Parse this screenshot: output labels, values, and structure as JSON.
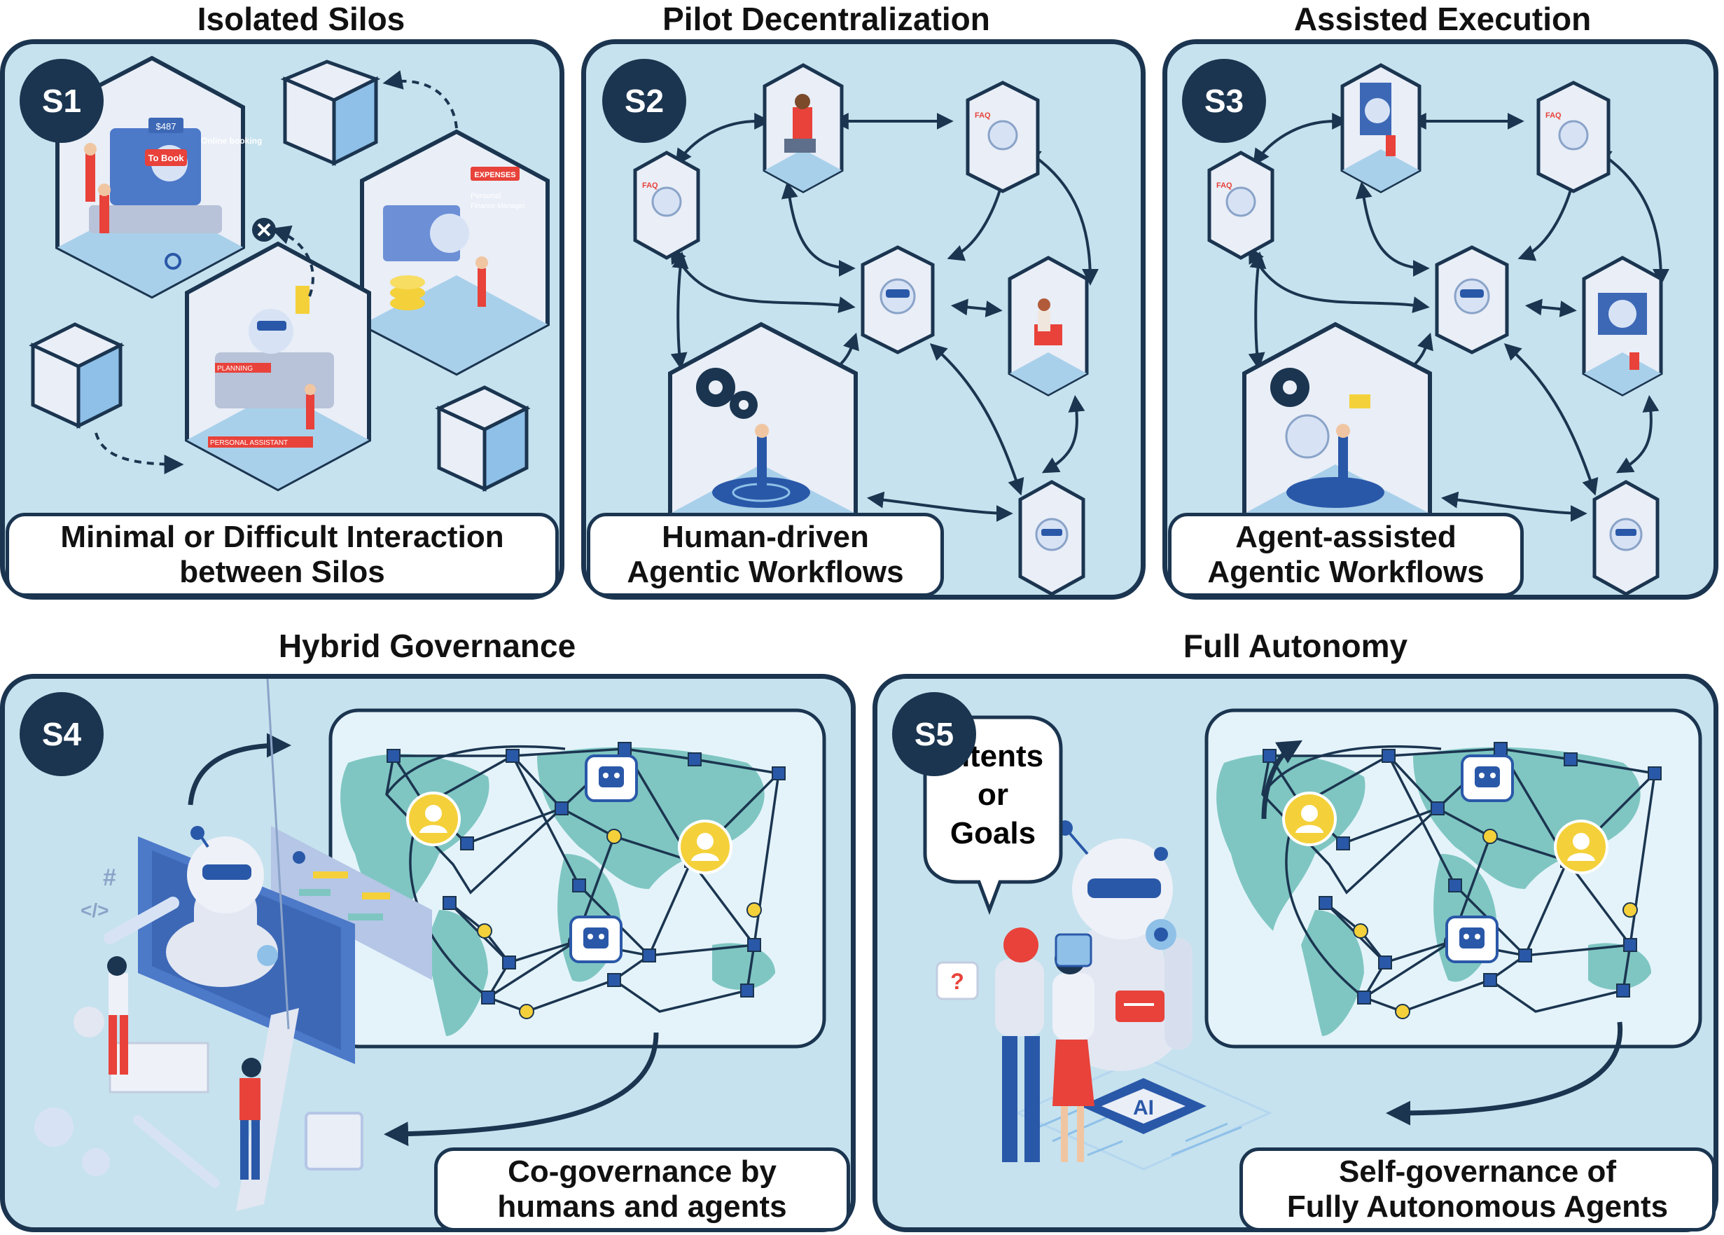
{
  "stages": [
    {
      "badge": "S1",
      "title": "Isolated Silos",
      "caption": [
        "Minimal or Difficult Interaction",
        "between Silos"
      ]
    },
    {
      "badge": "S2",
      "title": "Pilot Decentralization",
      "caption": [
        "Human-driven",
        "Agentic Workflows"
      ]
    },
    {
      "badge": "S3",
      "title": "Assisted Execution",
      "caption": [
        "Agent-assisted",
        "Agentic Workflows"
      ]
    },
    {
      "badge": "S4",
      "title": "Hybrid Governance",
      "caption": [
        "Co-governance by",
        "humans and agents"
      ]
    },
    {
      "badge": "S5",
      "title": "Full Autonomy",
      "caption": [
        "Self-governance of",
        "Fully Autonomous Agents"
      ]
    }
  ],
  "s1_labels": {
    "price": "$487",
    "booking": "Online booking",
    "to_book": "To Book",
    "expenses": "EXPENSES",
    "personal": "Personal",
    "finance": "Finance Manager",
    "planning": "PLANNING",
    "assistant": "PERSONAL ASSISTANT",
    "faq": "FAQ"
  },
  "s5_bubble": [
    "Intents",
    "or",
    "Goals"
  ],
  "icons": {
    "ai_chip": "AI",
    "code": "</>",
    "hash": "#",
    "question": "?"
  },
  "colors": {
    "panel_bg": "#c6e2ee",
    "border": "#1b3550",
    "map_land": "#7fc6c2",
    "node_blue": "#2a58a8",
    "node_yellow": "#f4d13a",
    "accent_red": "#e8423a"
  }
}
